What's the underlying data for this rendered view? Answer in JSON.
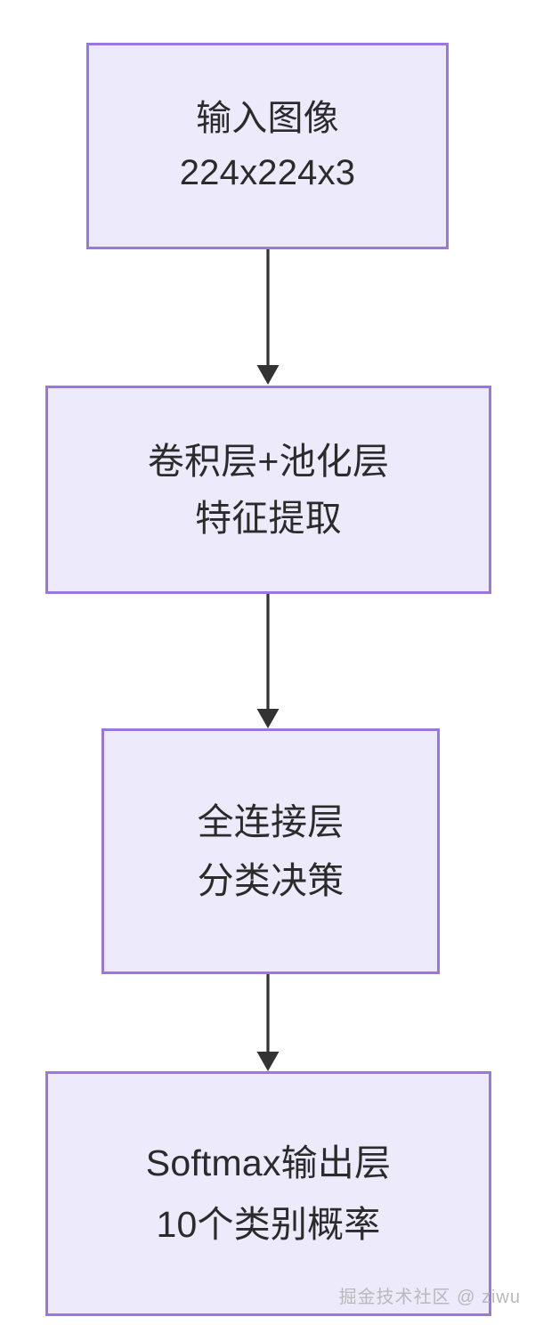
{
  "diagram": {
    "type": "flowchart",
    "orientation": "top-to-bottom",
    "background_color": "#FFFFFF",
    "node_fill_color": "#ECEAFB",
    "node_border_color": "#9A77DF",
    "connector_color": "#333333",
    "text_color": "#2B2B2B",
    "nodes": [
      {
        "id": "input",
        "line_1": "输入图像",
        "line_2": "224x224x3"
      },
      {
        "id": "conv",
        "line_1": "卷积层+池化层",
        "line_2": "特征提取"
      },
      {
        "id": "fc",
        "line_1": "全连接层",
        "line_2": "分类决策"
      },
      {
        "id": "softmax",
        "line_1": "Softmax输出层",
        "line_2": "10个类别概率"
      }
    ],
    "edges": [
      {
        "id": "edge-1",
        "from": "input",
        "to": "conv",
        "label": ""
      },
      {
        "id": "edge-2",
        "from": "conv",
        "to": "fc",
        "label": ""
      },
      {
        "id": "edge-3",
        "from": "fc",
        "to": "softmax",
        "label": ""
      }
    ]
  },
  "watermark": {
    "text": "掘金技术社区 @ ziwu",
    "color": "#B9B9BD"
  }
}
